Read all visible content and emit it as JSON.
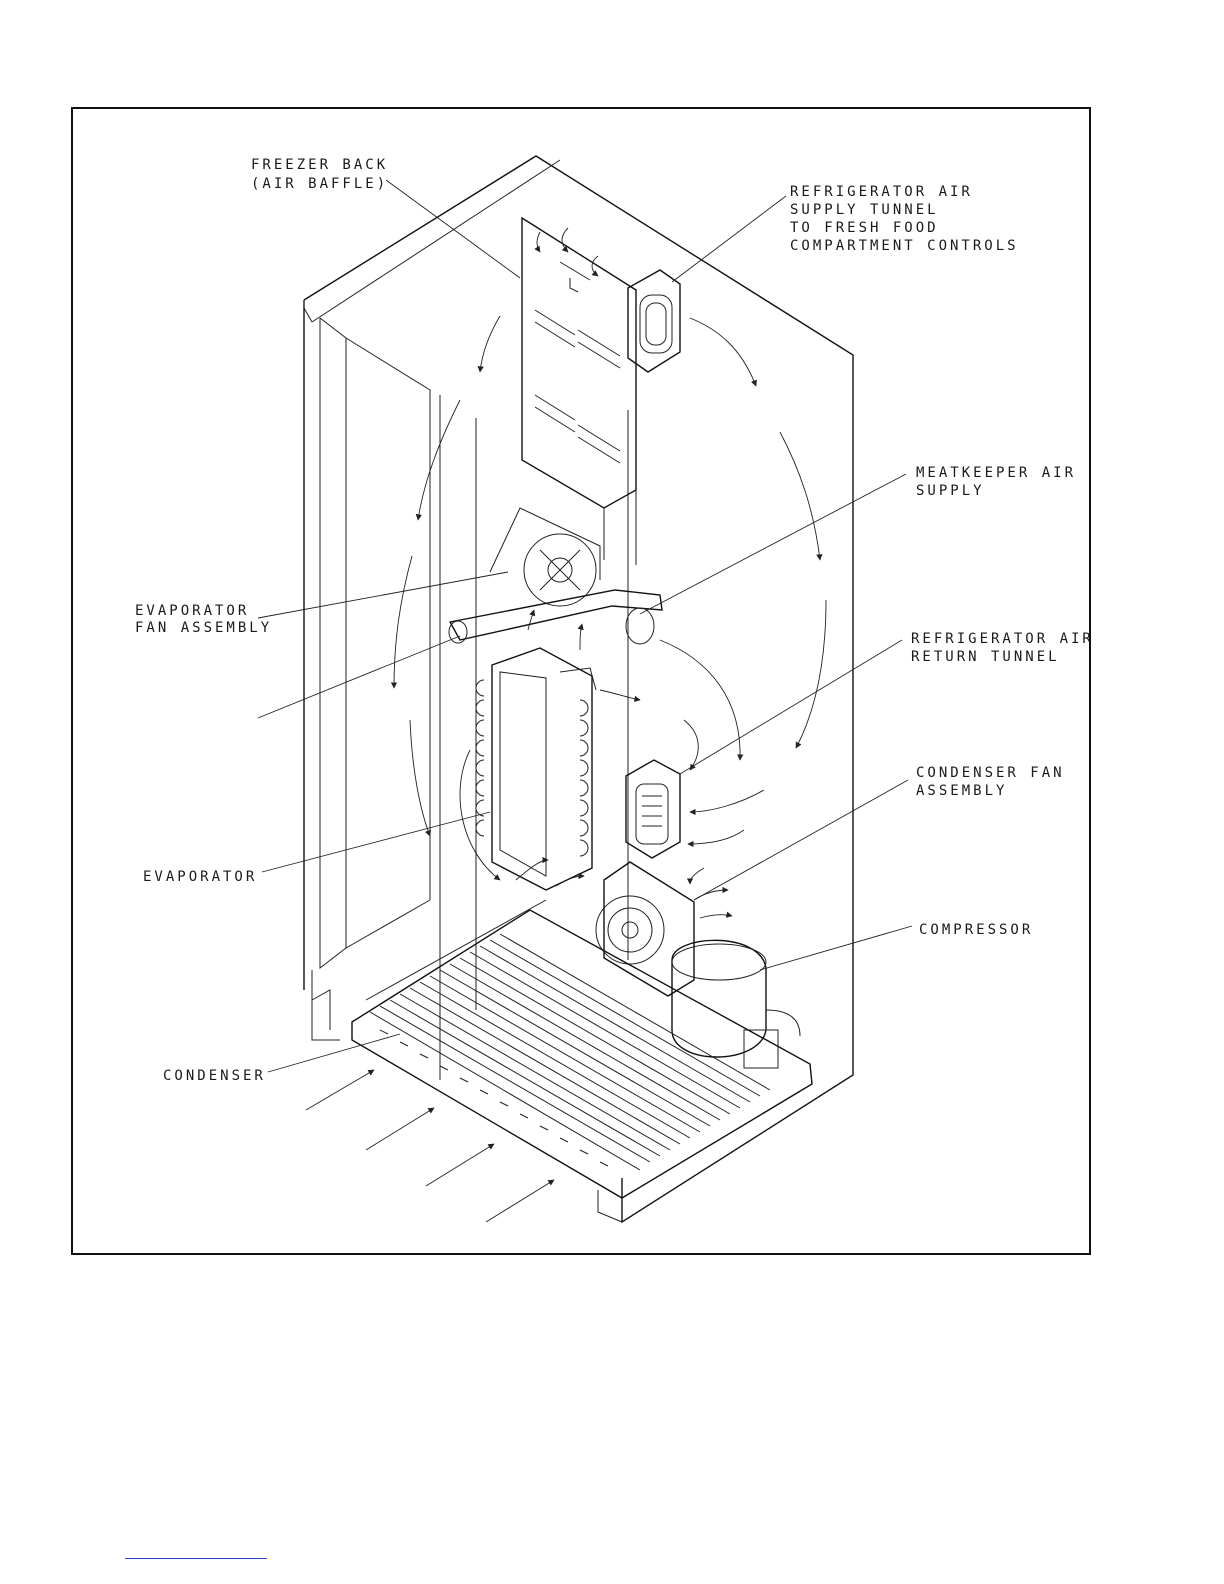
{
  "labels": {
    "freezer_back": [
      "FREEZER BACK",
      "(AIR BAFFLE)"
    ],
    "refrigerator_air_supply": [
      "REFRIGERATOR AIR",
      "SUPPLY TUNNEL",
      "TO FRESH FOOD",
      "COMPARTMENT CONTROLS"
    ],
    "meatkeeper_air_supply": [
      "MEATKEEPER AIR",
      "SUPPLY"
    ],
    "evaporator_fan_assembly": [
      "EVAPORATOR",
      "FAN ASSEMBLY"
    ],
    "refrigerator_air_return": [
      "REFRIGERATOR AIR",
      "RETURN TUNNEL"
    ],
    "condenser_fan_assembly": [
      "CONDENSER FAN",
      "ASSEMBLY"
    ],
    "evaporator": "EVAPORATOR",
    "compressor": "COMPRESSOR",
    "condenser": "CONDENSER"
  },
  "colors": {
    "line": "#222222",
    "footer_rule": "#2b47c9"
  }
}
